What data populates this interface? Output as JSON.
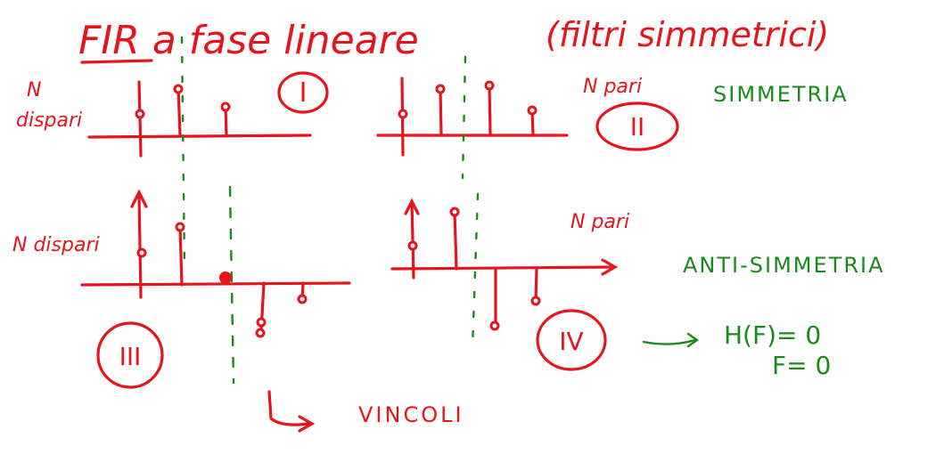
{
  "header": {
    "title": "FIR a fase lineare",
    "subtitle": "(filtri simmetrici)"
  },
  "cases": [
    {
      "id": "case-1",
      "numeral": "I",
      "length_label_top": "N",
      "length_label_bottom": "dispari"
    },
    {
      "id": "case-2",
      "numeral": "II",
      "length_label": "N pari"
    },
    {
      "id": "case-3",
      "numeral": "III",
      "length_label": "N dispari"
    },
    {
      "id": "case-4",
      "numeral": "IV",
      "length_label": "N pari"
    }
  ],
  "right_labels": {
    "symmetry": "SIMMETRIA",
    "antisymmetry": "ANTI-SIMMETRIA"
  },
  "constraint": {
    "line1": "H(F)= 0",
    "line2": "F= 0"
  },
  "footer": {
    "vincoli": "VINCOLI"
  },
  "colors": {
    "red_ink": "#e8141b",
    "green_ink": "#1a8a1a",
    "background": "#ffffff"
  }
}
